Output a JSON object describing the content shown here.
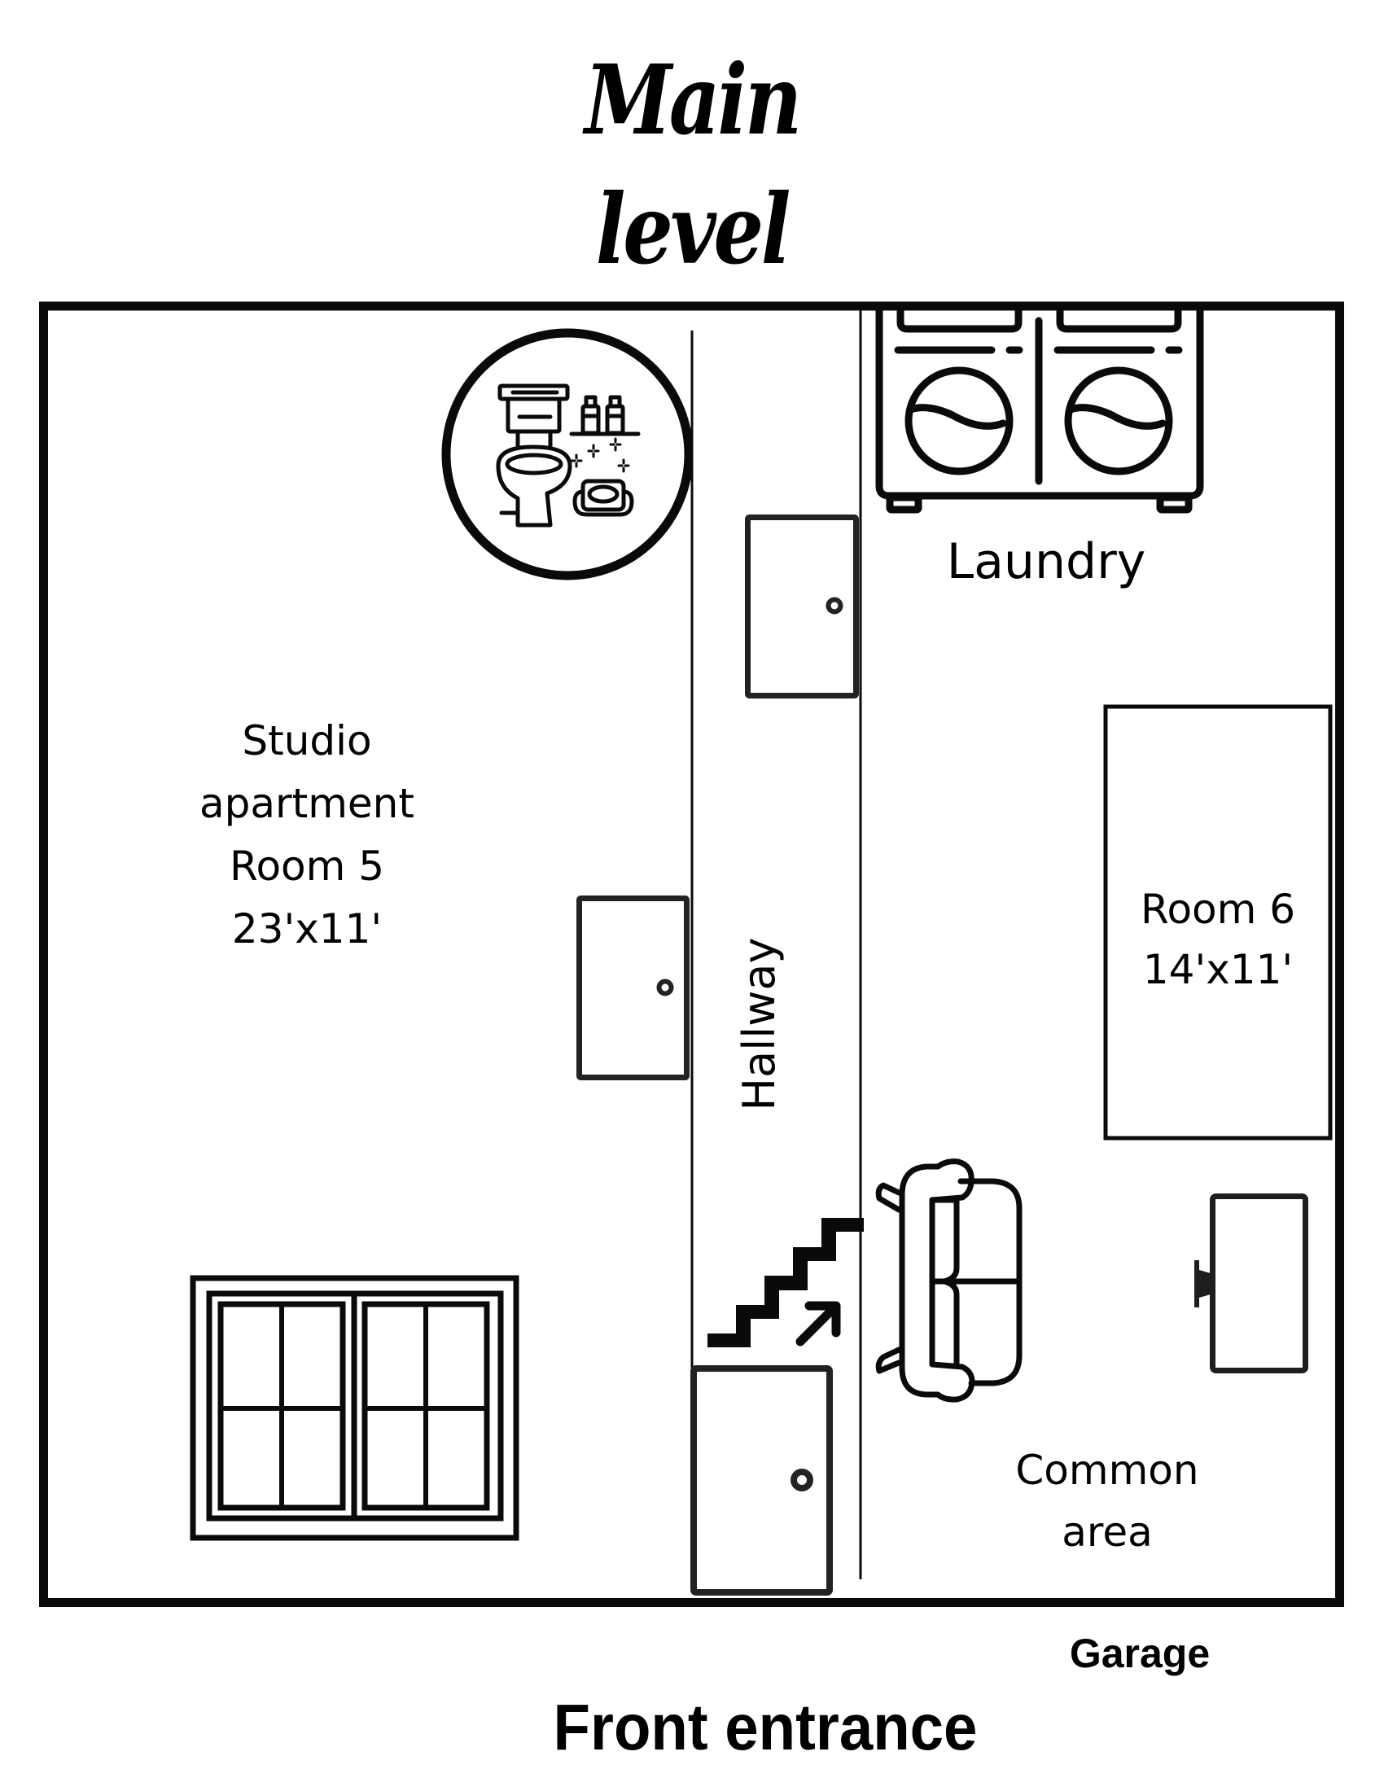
{
  "title": {
    "line1": "Main",
    "line2": "level"
  },
  "rooms": {
    "studio": {
      "line1": "Studio",
      "line2": "apartment",
      "line3": "Room 5",
      "dimensions": "23'x11'"
    },
    "laundry": {
      "label": "Laundry"
    },
    "hallway": {
      "label": "Hallway"
    },
    "room6": {
      "line1": "Room 6",
      "dimensions": "14'x11'"
    },
    "common_area": {
      "line1": "Common",
      "line2": "area"
    }
  },
  "outside_labels": {
    "garage": "Garage",
    "front_entrance": "Front entrance"
  },
  "icons": {
    "bathroom": "bathroom-icon",
    "washer_dryer": "washer-dryer-icon",
    "stairs": "stairs-up-icon",
    "sofa": "sofa-icon",
    "tv": "tv-icon",
    "window": "window-icon",
    "doors": [
      "door-hallway-laundry",
      "door-studio",
      "door-front-entrance"
    ]
  },
  "colors": {
    "ink": "#0a0a0a",
    "background": "#ffffff"
  }
}
